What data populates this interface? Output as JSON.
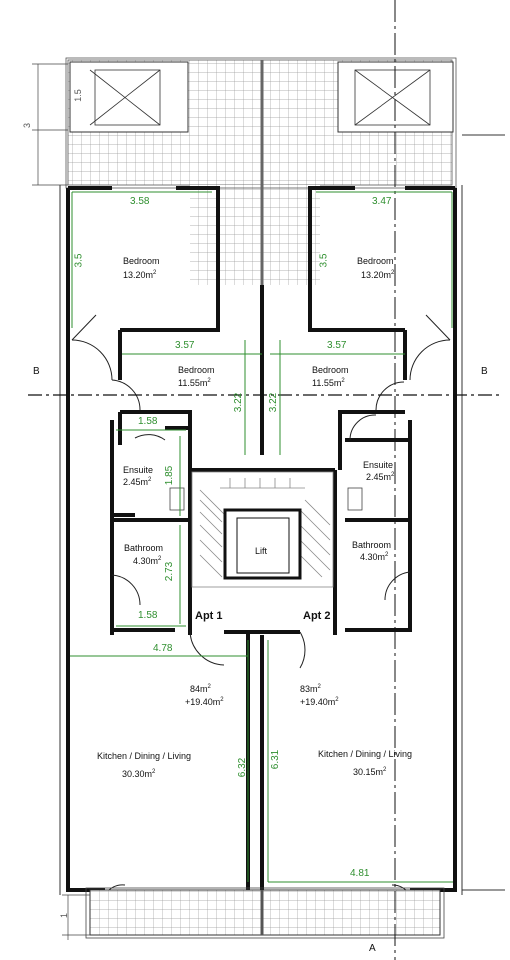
{
  "rooms": {
    "bedroom_left": {
      "name": "Bedroom",
      "area": "13.20m",
      "unit_sup": "2"
    },
    "bedroom_right": {
      "name": "Bedroom",
      "area": "13.20m",
      "unit_sup": "2"
    },
    "bedroom2_left": {
      "name": "Bedroom",
      "area": "11.55m",
      "unit_sup": "2"
    },
    "bedroom2_right": {
      "name": "Bedroom",
      "area": "11.55m",
      "unit_sup": "2"
    },
    "ensuite_left": {
      "name": "Ensuite",
      "area": "2.45m",
      "unit_sup": "2"
    },
    "ensuite_right": {
      "name": "Ensuite",
      "area": "2.45m",
      "unit_sup": "2"
    },
    "bathroom_left": {
      "name": "Bathroom",
      "area": "4.30m",
      "unit_sup": "2"
    },
    "bathroom_right": {
      "name": "Bathroom",
      "area": "4.30m",
      "unit_sup": "2"
    },
    "lift": {
      "name": "Lift"
    },
    "kdl_left": {
      "name": "Kitchen / Dining / Living",
      "area": "30.30m",
      "unit_sup": "2"
    },
    "kdl_right": {
      "name": "Kitchen / Dining / Living",
      "area": "30.15m",
      "unit_sup": "2"
    }
  },
  "apartments": {
    "apt1": {
      "label": "Apt 1",
      "area": "84m",
      "extra": "+19.40m",
      "unit_sup": "2"
    },
    "apt2": {
      "label": "Apt 2",
      "area": "83m",
      "extra": "+19.40m",
      "unit_sup": "2"
    }
  },
  "dimensions": {
    "d358": "3.58",
    "d347": "3.47",
    "d35a": "3.5",
    "d35b": "3.5",
    "d357a": "3.57",
    "d357b": "3.57",
    "d322a": "3.22",
    "d322b": "3.22",
    "d158a": "1.58",
    "d158b": "1.58",
    "d185": "1.85",
    "d273": "2.73",
    "d478": "4.78",
    "d632": "6.32",
    "d631": "6.31",
    "d481": "4.81",
    "d3": "3",
    "d15": "1.5",
    "d1": "1"
  },
  "section_marks": {
    "b_left": "B",
    "b_right": "B",
    "a_bottom": "A"
  },
  "colors": {
    "wall": "#111111",
    "dimension": "#2f8f2f",
    "tile": "#9a9a9a",
    "line": "#444444"
  }
}
